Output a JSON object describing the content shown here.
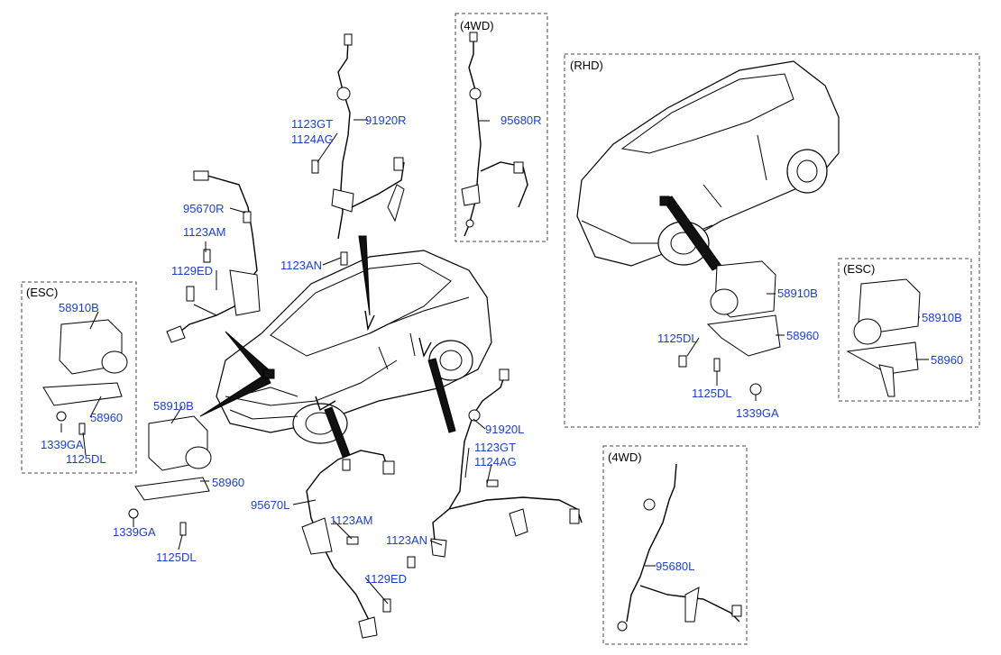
{
  "groups": {
    "g4wd_top": "(4WD)",
    "rhd": "(RHD)",
    "esc_left": "(ESC)",
    "esc_right": "(ESC)",
    "g4wd_bottom": "(4WD)"
  },
  "labels": {
    "l_1123gt_top": "1123GT",
    "l_1124ag_top": "1124AG",
    "l_91920r": "91920R",
    "l_95680r": "95680R",
    "l_95670r": "95670R",
    "l_1123am_top": "1123AM",
    "l_1129ed_top": "1129ED",
    "l_1123an_top": "1123AN",
    "l_58910b_esc_l": "58910B",
    "l_58960_esc_l": "58960",
    "l_1339ga_esc_l": "1339GA",
    "l_1125dl_esc_l": "1125DL",
    "l_58910b_mid": "58910B",
    "l_58960_mid": "58960",
    "l_1339ga_mid": "1339GA",
    "l_1125dl_mid": "1125DL",
    "l_95670l": "95670L",
    "l_1123am_bot": "1123AM",
    "l_1129ed_bot": "1129ED",
    "l_91920l": "91920L",
    "l_1123gt_bot": "1123GT",
    "l_1124ag_bot": "1124AG",
    "l_1123an_bot": "1123AN",
    "l_95680l": "95680L",
    "l_58910b_rhd": "58910B",
    "l_58960_rhd": "58960",
    "l_1125dl_rhd_a": "1125DL",
    "l_1125dl_rhd_b": "1125DL",
    "l_1339ga_rhd": "1339GA",
    "l_58910b_esc_r": "58910B",
    "l_58960_esc_r": "58960"
  },
  "colors": {
    "label": "#1a3fd0",
    "line": "#000000"
  }
}
